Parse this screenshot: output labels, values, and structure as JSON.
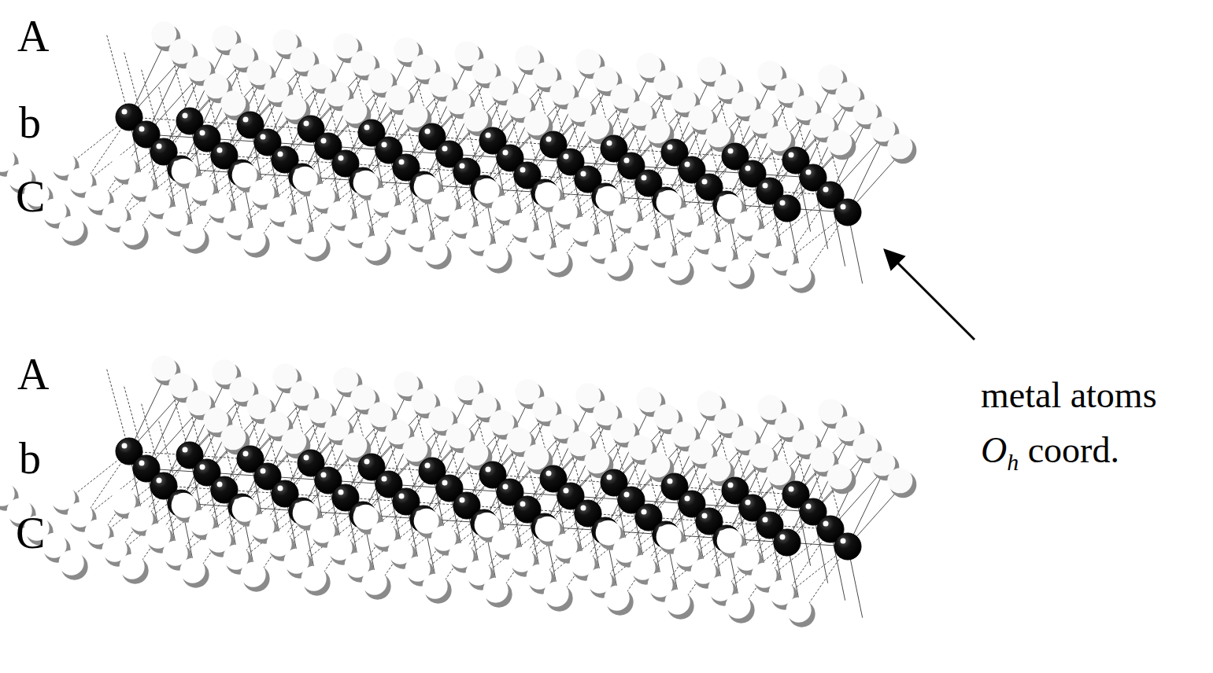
{
  "diagram": {
    "labels": [
      "A",
      "b",
      "C",
      "A",
      "b",
      "C",
      "metal atoms",
      "Oh coord."
    ]
  }
}
